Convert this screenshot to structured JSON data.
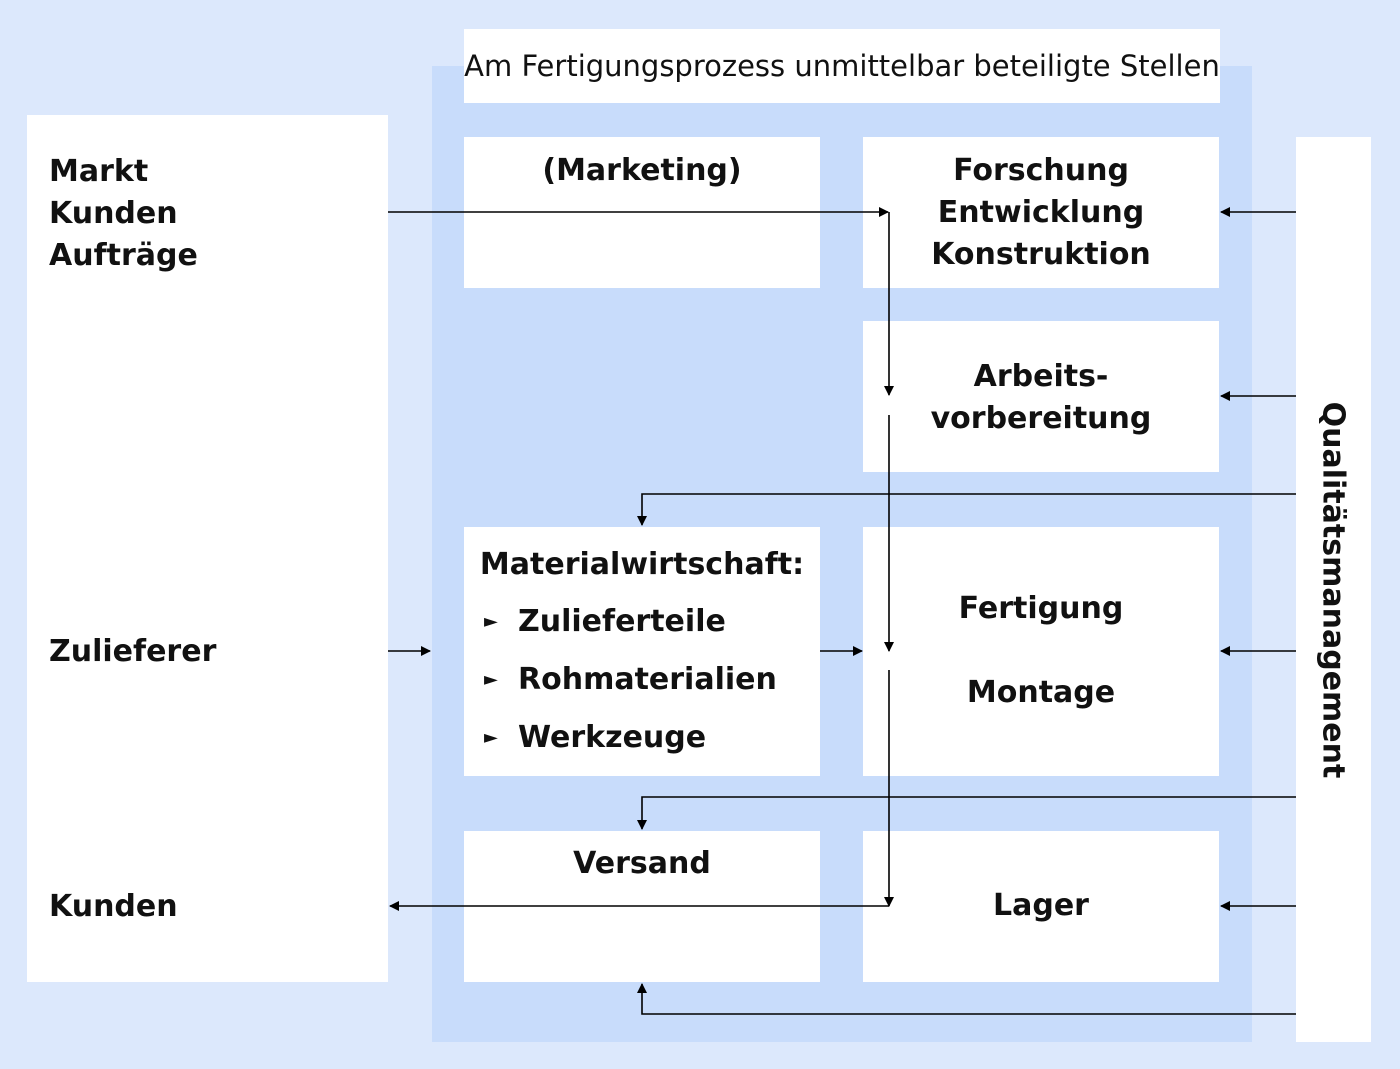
{
  "header": {
    "title": "Am Fertigungsprozess unmittelbar beteiligte Stellen"
  },
  "left": {
    "top_lines": [
      "Markt",
      "Kunden",
      "Aufträge"
    ],
    "zulieferer": "Zulieferer",
    "kunden": "Kunden"
  },
  "boxes": {
    "marketing": "(Marketing)",
    "forschung": [
      "Forschung",
      "Entwicklung",
      "Konstruktion"
    ],
    "arbeitsvorbereitung": [
      "Arbeits-",
      "vorbereitung"
    ],
    "materialwirtschaft": {
      "title": "Materialwirtschaft:",
      "items": [
        "Zulieferteile",
        "Rohmaterialien",
        "Werkzeuge"
      ]
    },
    "fertigung": [
      "Fertigung",
      "Montage"
    ],
    "versand": "Versand",
    "lager": "Lager"
  },
  "right": {
    "label": "Qualitätsmanagement"
  },
  "colors": {
    "outer_bg": "#dce8fc",
    "panel_bg": "#c8dcfb",
    "box_bg": "#ffffff",
    "line": "#000000"
  }
}
